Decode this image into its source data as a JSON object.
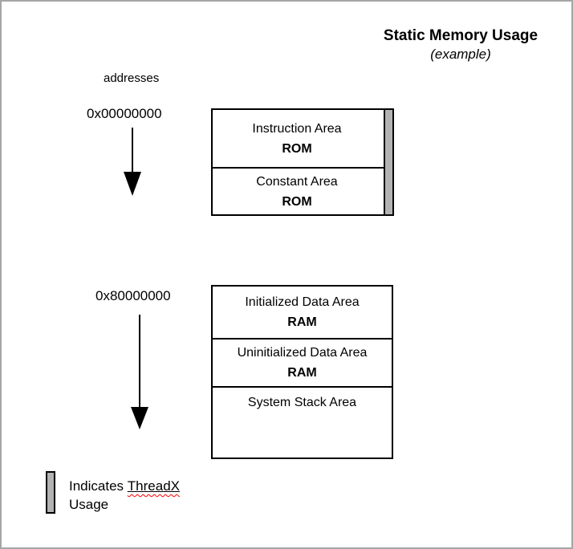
{
  "header": {
    "title": "Static Memory Usage",
    "subtitle": "(example)"
  },
  "address_column": {
    "label": "addresses",
    "rom_start_address": "0x00000000",
    "ram_start_address": "0x80000000"
  },
  "memory_map": {
    "rom_box": {
      "cells": [
        {
          "name": "Instruction Area",
          "type": "ROM"
        },
        {
          "name": "Constant Area",
          "type": "ROM"
        }
      ]
    },
    "ram_box": {
      "cells": [
        {
          "name": "Initialized Data Area",
          "type": "RAM"
        },
        {
          "name": "Uninitialized Data Area",
          "type": "RAM"
        },
        {
          "name": "System Stack Area",
          "type": ""
        }
      ]
    }
  },
  "legend": {
    "prefix": "Indicates",
    "term": "ThreadX",
    "suffix": "Usage"
  },
  "colors": {
    "threadx_gray": "#b3b3b3",
    "frame_gray": "#a6a6a6",
    "diagram_black": "#000000",
    "misspell_red": "#ff0000"
  }
}
